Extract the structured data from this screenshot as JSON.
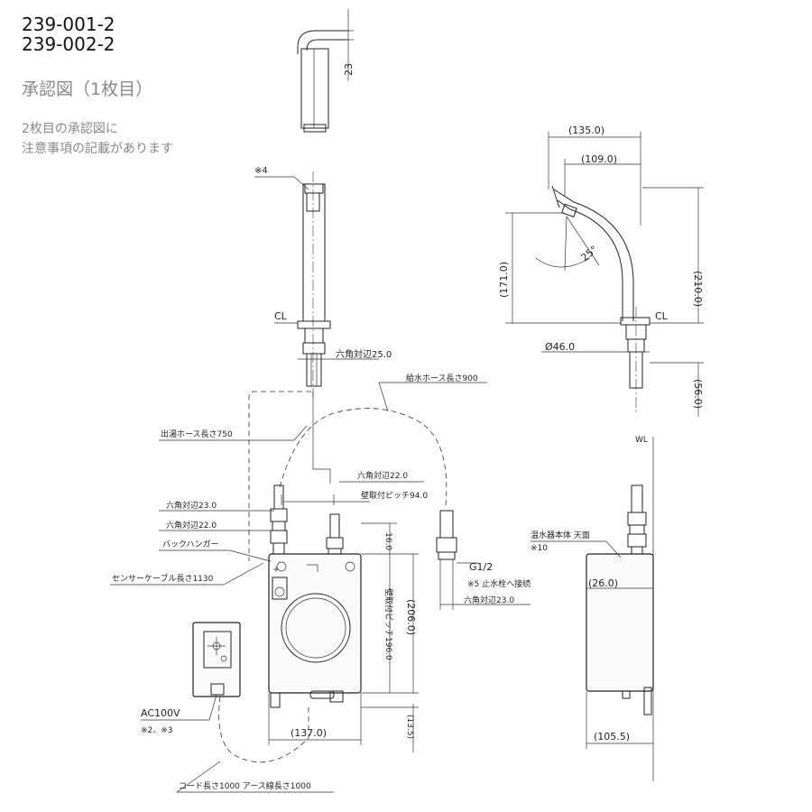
{
  "header": {
    "model_1": "239-001-2",
    "model_2": "239-002-2",
    "subtitle": "承認図（1枚目）",
    "note_1": "2枚目の承認図に",
    "note_2": "注意事項の記載があります"
  },
  "dims": {
    "d23": "23",
    "d135": "(135.0)",
    "d109": "(109.0)",
    "d210": "(210.0)",
    "d171": "(171.0)",
    "d25deg": "25°",
    "d46": "Ø46.0",
    "d56": "(56.0)",
    "cl_1": "CL",
    "cl_2": "CL",
    "wl": "WL",
    "hex25": "六角対辺25.0",
    "hex22_top": "六角対辺22.0",
    "hex23": "六角対辺23.0",
    "hex22": "六角対辺22.0",
    "pitch94": "壁取付ピッチ94.0",
    "hex23_r": "六角対辺23.0",
    "d16": "16.0",
    "d196": "壁取付ピッチ196.0",
    "d206": "(206.0)",
    "d13_5": "(13.5)",
    "d137": "(137.0)",
    "d26": "(26.0)",
    "d105": "(105.5)"
  },
  "labels": {
    "ref4": "※4",
    "supply_hose": "給水ホース長さ900",
    "outlet_hose": "出湯ホース長さ750",
    "back_hanger": "バックハンガー",
    "sensor_cable": "センサーケーブル長さ1130",
    "g12": "G1/2",
    "ref5": "※5  止水栓へ接続",
    "heater_top": "温水器本体  天面",
    "ref10": "※10",
    "ac100v": "AC100V",
    "ref23": "※2、※3",
    "cord": "コード長さ1000  アース線長さ1000"
  }
}
